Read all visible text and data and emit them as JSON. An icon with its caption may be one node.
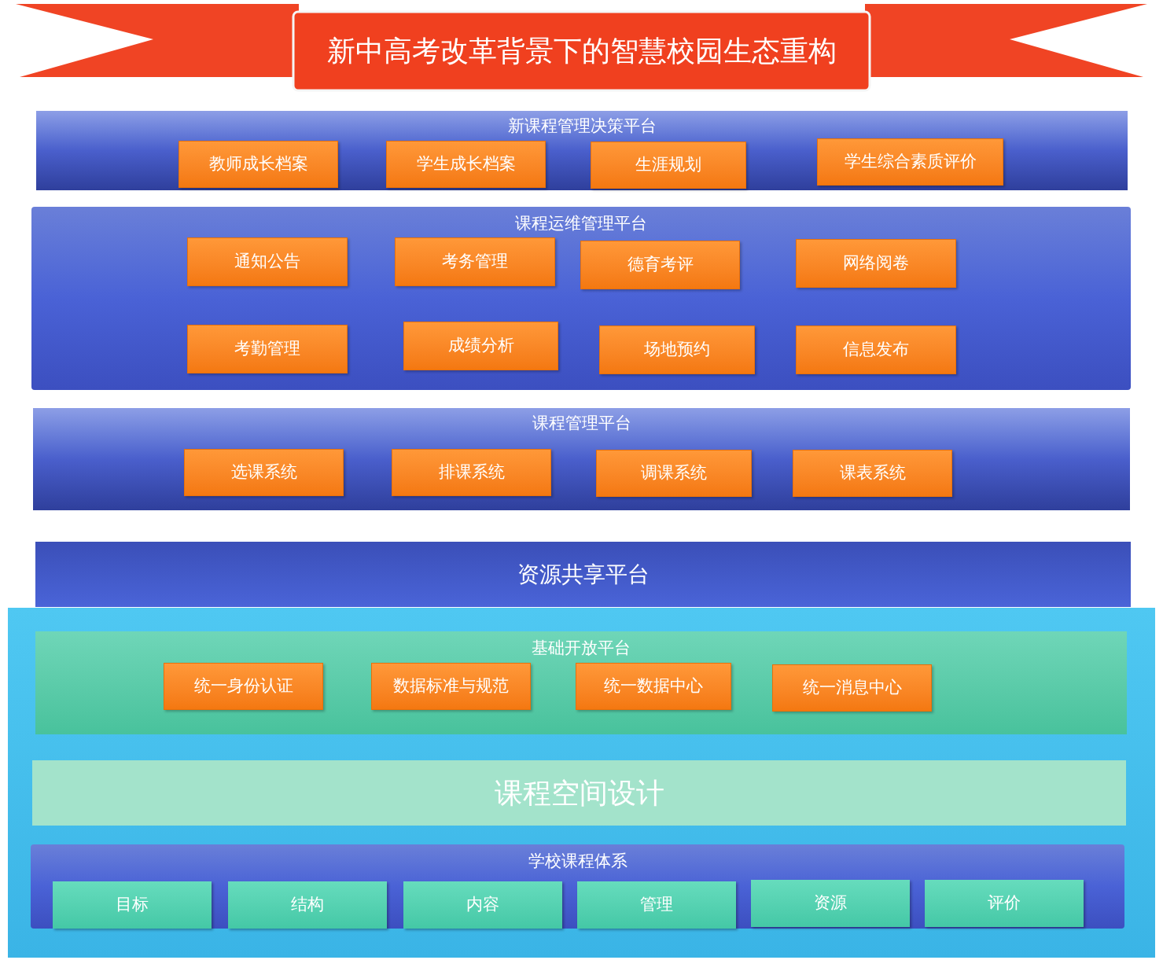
{
  "diagram": {
    "title": "新中高考改革背景下的智慧校园生态重构",
    "nodes": [
      {
        "text": [
          "新课程管理决策平台"
        ]
      },
      {
        "text": [
          "教师成长档案"
        ],
        "in": 0
      },
      {
        "text": [
          "学生成长档案"
        ],
        "in": 0
      },
      {
        "text": [
          "生涯规划"
        ],
        "in": 0
      },
      {
        "text": [
          "学生综合素质评价"
        ],
        "in": 0
      },
      {
        "text": [
          "课程运维管理平台"
        ]
      },
      {
        "text": [
          "通知公告"
        ],
        "in": 5
      },
      {
        "text": [
          "考务管理"
        ],
        "in": 5
      },
      {
        "text": [
          "德育考评"
        ],
        "in": 5
      },
      {
        "text": [
          "网络阅卷"
        ],
        "in": 5
      },
      {
        "text": [
          "考勤管理"
        ],
        "in": 5
      },
      {
        "text": [
          "成绩分析"
        ],
        "in": 5
      },
      {
        "text": [
          "场地预约"
        ],
        "in": 5
      },
      {
        "text": [
          "信息发布"
        ],
        "in": 5
      },
      {
        "text": [
          "课程管理平台"
        ]
      },
      {
        "text": [
          "选课系统"
        ],
        "in": 14
      },
      {
        "text": [
          "排课系统"
        ],
        "in": 14
      },
      {
        "text": [
          "调课系统"
        ],
        "in": 14
      },
      {
        "text": [
          "课表系统"
        ],
        "in": 14
      },
      {
        "text": [
          "资源共享平台"
        ]
      },
      {
        "text": [],
        "shape": "box"
      },
      {
        "text": [
          "基础开放平台"
        ],
        "in": 20
      },
      {
        "text": [
          "统一身份认证"
        ],
        "in": 21
      },
      {
        "text": [
          "数据标准与规范"
        ],
        "in": 21
      },
      {
        "text": [
          "统一数据中心"
        ],
        "in": 21
      },
      {
        "text": [
          "统一消息中心"
        ],
        "in": 21
      },
      {
        "text": [
          "课程空间设计"
        ],
        "in": 20
      },
      {
        "text": [
          "学校课程体系"
        ],
        "in": 20
      },
      {
        "text": [
          "目标"
        ],
        "in": 27
      },
      {
        "text": [
          "结构"
        ],
        "in": 27
      },
      {
        "text": [
          "内容"
        ],
        "in": 27
      },
      {
        "text": [
          "管理"
        ],
        "in": 27
      },
      {
        "text": [
          "资源"
        ],
        "in": 27
      },
      {
        "text": [
          "评价"
        ],
        "in": 27
      }
    ]
  }
}
